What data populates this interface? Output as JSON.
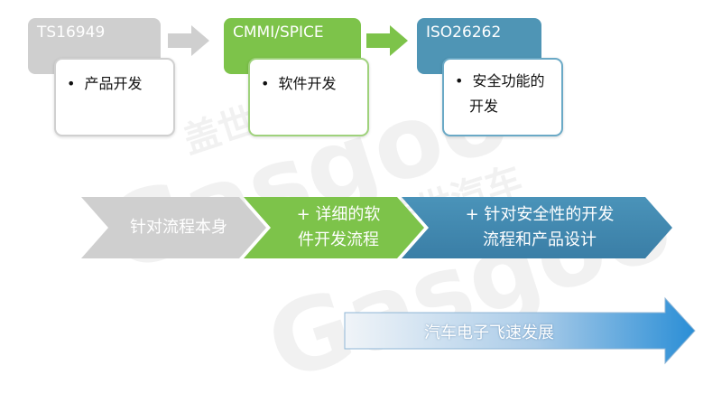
{
  "stages": [
    {
      "header": "TS16949",
      "item": "产品开发",
      "color": "#cfcfcf",
      "card_border": "#d0d0d0"
    },
    {
      "header": "CMMI/SPICE",
      "item": "软件开发",
      "color": "#7dc34a",
      "card_border": "#9fd27c"
    },
    {
      "header": "ISO26262",
      "item_line1": "安全功能的",
      "item_line2": "开发",
      "color": "#4f95b5",
      "card_border": "#6aa9c6"
    }
  ],
  "connector_arrows": [
    {
      "color": "#cfcfcf"
    },
    {
      "color": "#7dc34a"
    }
  ],
  "chevrons": [
    {
      "line1": "针对流程本身",
      "color": "#cfcfcf"
    },
    {
      "line1": "+ 详细的软",
      "line2": "件开发流程",
      "color": "#7dc34a"
    },
    {
      "line1": "+ 针对安全性的开发",
      "line2": "流程和产品设计",
      "color": "#3f86ad"
    }
  ],
  "progress_arrow": {
    "label": "汽车电子飞速发展",
    "color_start": "#f0f4f8",
    "color_end": "#2a8ed6"
  },
  "watermark": {
    "brand": "Gasgoo",
    "cn": "盖世汽车"
  }
}
